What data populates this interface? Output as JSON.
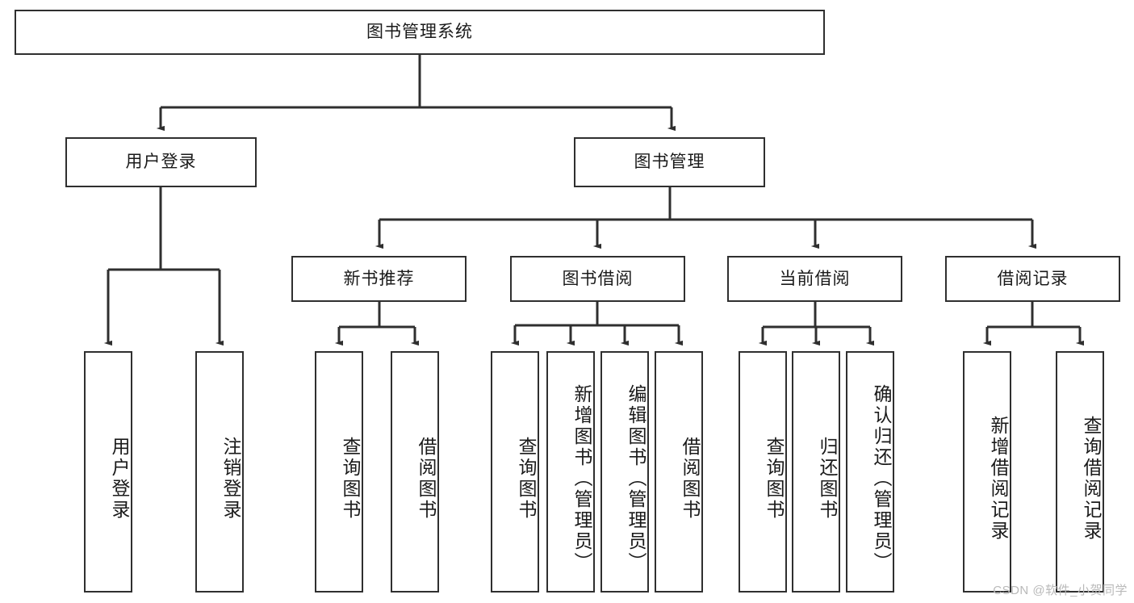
{
  "diagram": {
    "title": "图书管理系统",
    "type": "tree-hierarchy-diagram",
    "colors": {
      "stroke": "#2f2f2f",
      "fill": "#ffffff",
      "text": "#1a1a1a",
      "watermark": "#b9b9b9"
    },
    "root": {
      "label": "图书管理系统"
    },
    "level2": [
      {
        "label": "用户登录"
      },
      {
        "label": "图书管理"
      }
    ],
    "level3": [
      {
        "label": "新书推荐"
      },
      {
        "label": "图书借阅"
      },
      {
        "label": "当前借阅"
      },
      {
        "label": "借阅记录"
      }
    ],
    "leaves": {
      "user_login": [
        {
          "label": "用户登录"
        },
        {
          "label": "注销登录"
        }
      ],
      "new_book": [
        {
          "label": "查询图书"
        },
        {
          "label": "借阅图书"
        }
      ],
      "book_borrow": [
        {
          "label": "查询图书"
        },
        {
          "label": "新增图书（管理员）"
        },
        {
          "label": "编辑图书（管理员）"
        },
        {
          "label": "借阅图书"
        }
      ],
      "current_borrow": [
        {
          "label": "查询图书"
        },
        {
          "label": "归还图书"
        },
        {
          "label": "确认归还（管理员）"
        }
      ],
      "borrow_record": [
        {
          "label": "新增借阅记录"
        },
        {
          "label": "查询借阅记录"
        }
      ]
    }
  },
  "watermark": {
    "text": "CSDN @软件_小贺同学"
  }
}
